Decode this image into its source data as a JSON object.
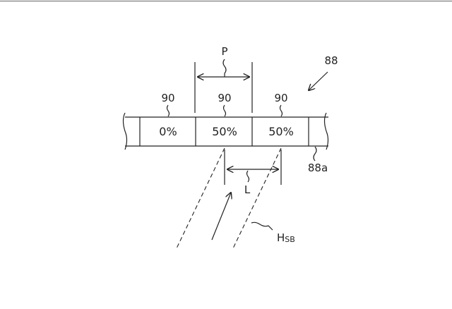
{
  "figure": {
    "ref_device": "88",
    "ref_surface": "88a",
    "ref_filter": "90",
    "pitch_label": "P",
    "length_label": "L",
    "beam_label": "H",
    "beam_label_sub": "SB",
    "cells": [
      {
        "ref": "90",
        "value": "0%"
      },
      {
        "ref": "90",
        "value": "50%"
      },
      {
        "ref": "90",
        "value": "50%"
      }
    ]
  }
}
